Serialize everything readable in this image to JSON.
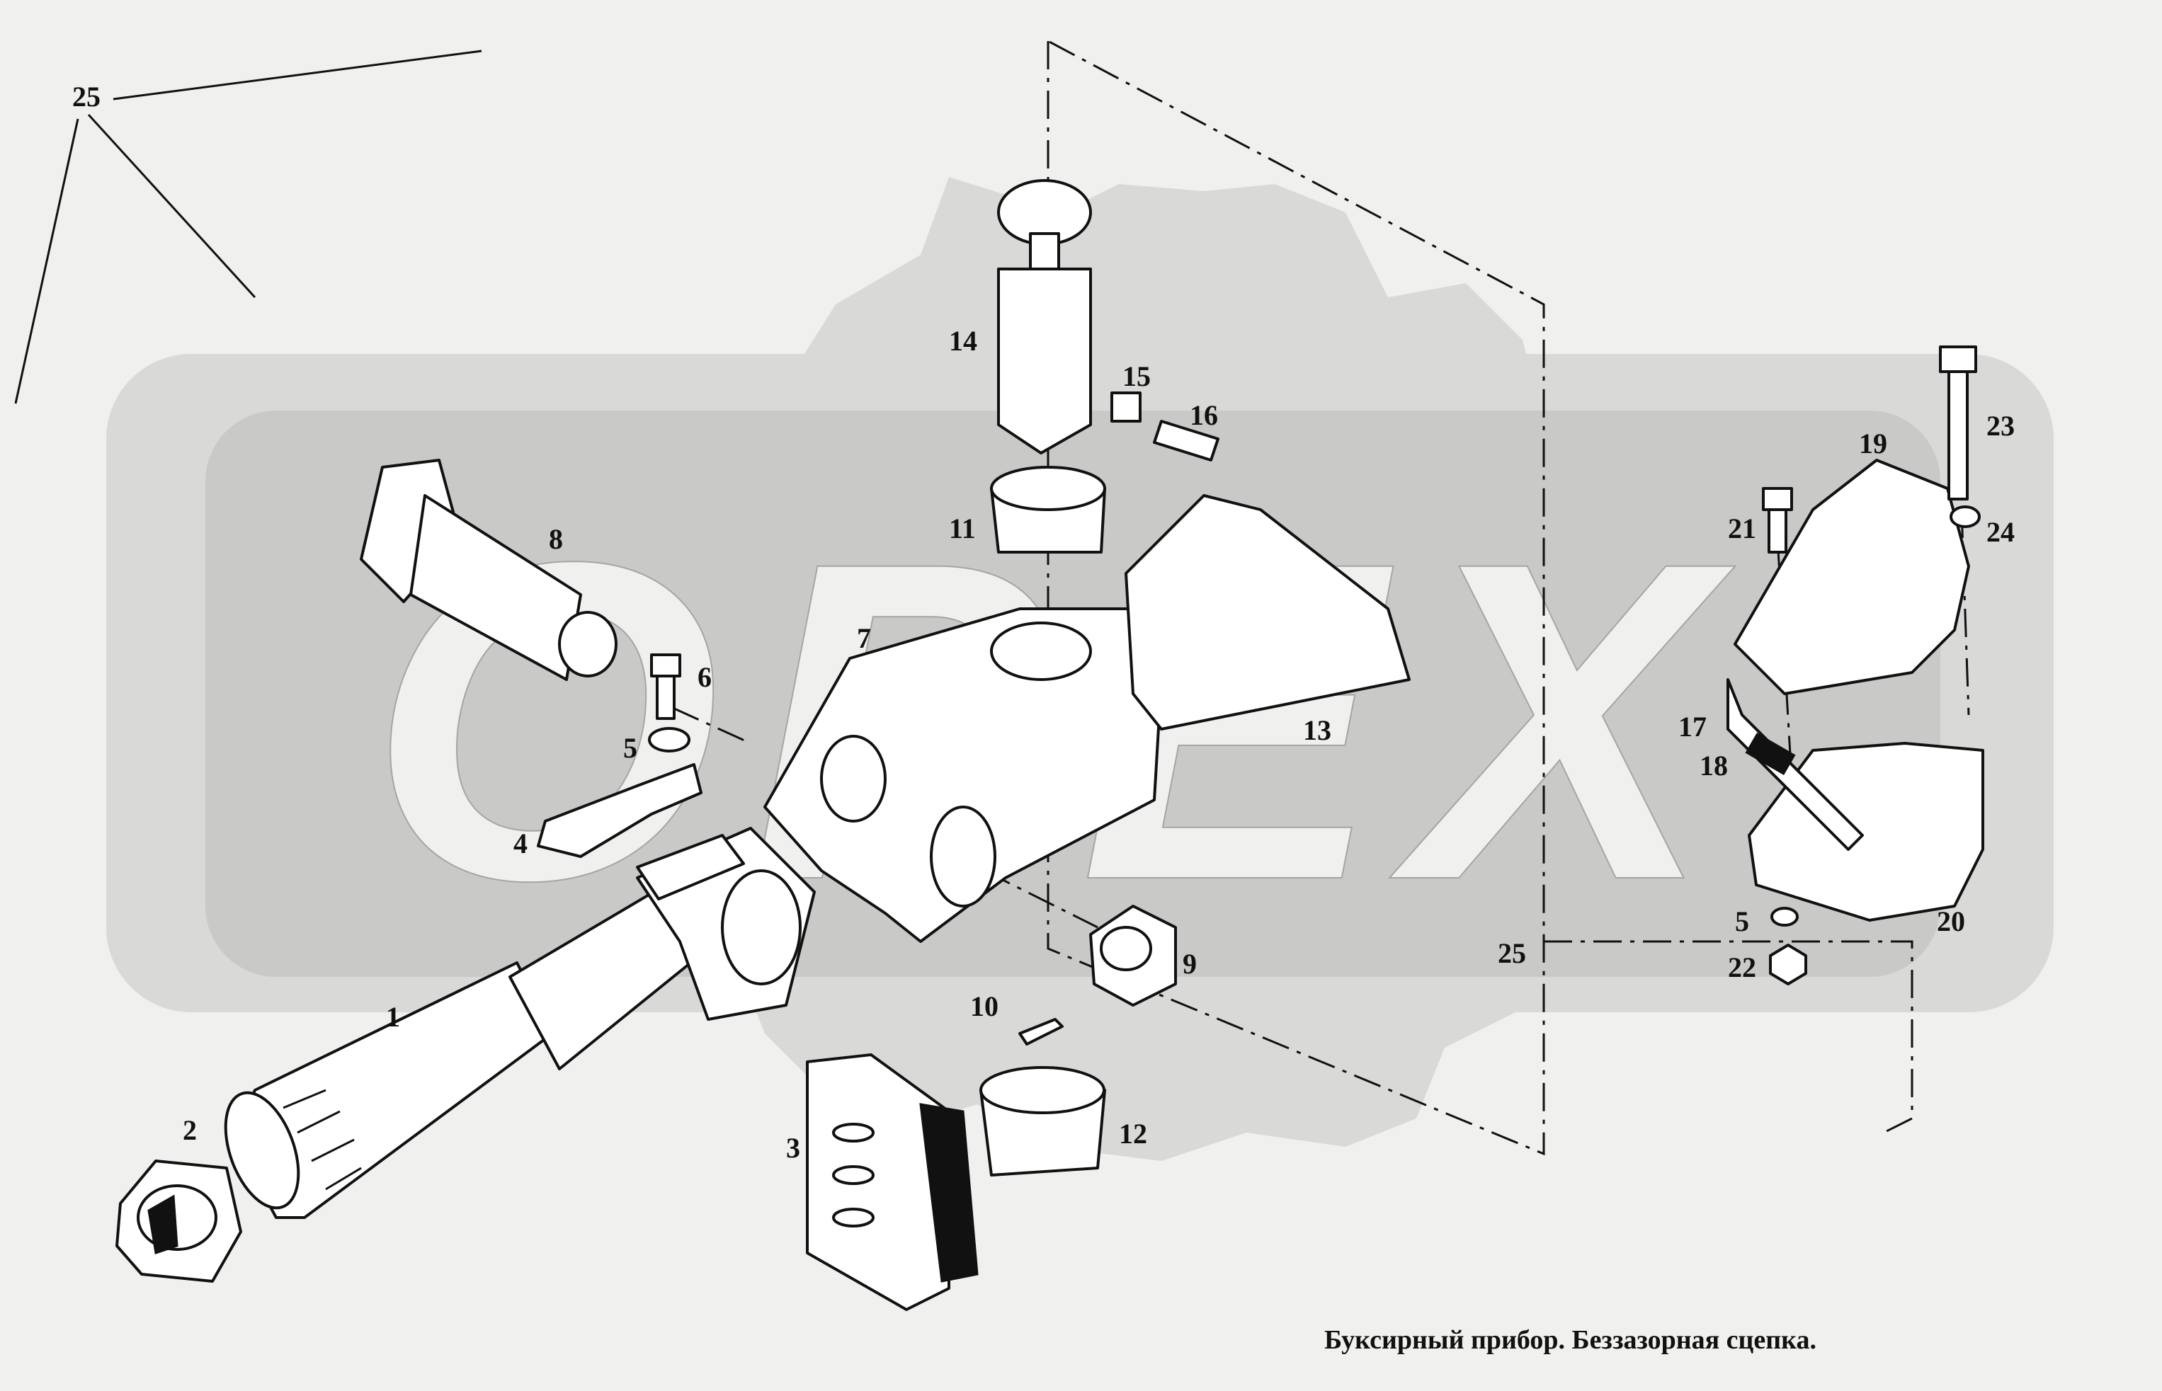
{
  "caption": "Буксирный прибор. Беззазорная сцепка.",
  "watermark_text": "OPEX",
  "labels": {
    "p1": "1",
    "p2": "2",
    "p3": "3",
    "p4": "4",
    "p5a": "5",
    "p5b": "5",
    "p6": "6",
    "p7": "7",
    "p8": "8",
    "p9": "9",
    "p10": "10",
    "p11": "11",
    "p12": "12",
    "p13": "13",
    "p14": "14",
    "p15": "15",
    "p16": "16",
    "p17": "17",
    "p18": "18",
    "p19": "19",
    "p20": "20",
    "p21": "21",
    "p22": "22",
    "p23": "23",
    "p24": "24",
    "p25a": "25",
    "p25b": "25"
  }
}
